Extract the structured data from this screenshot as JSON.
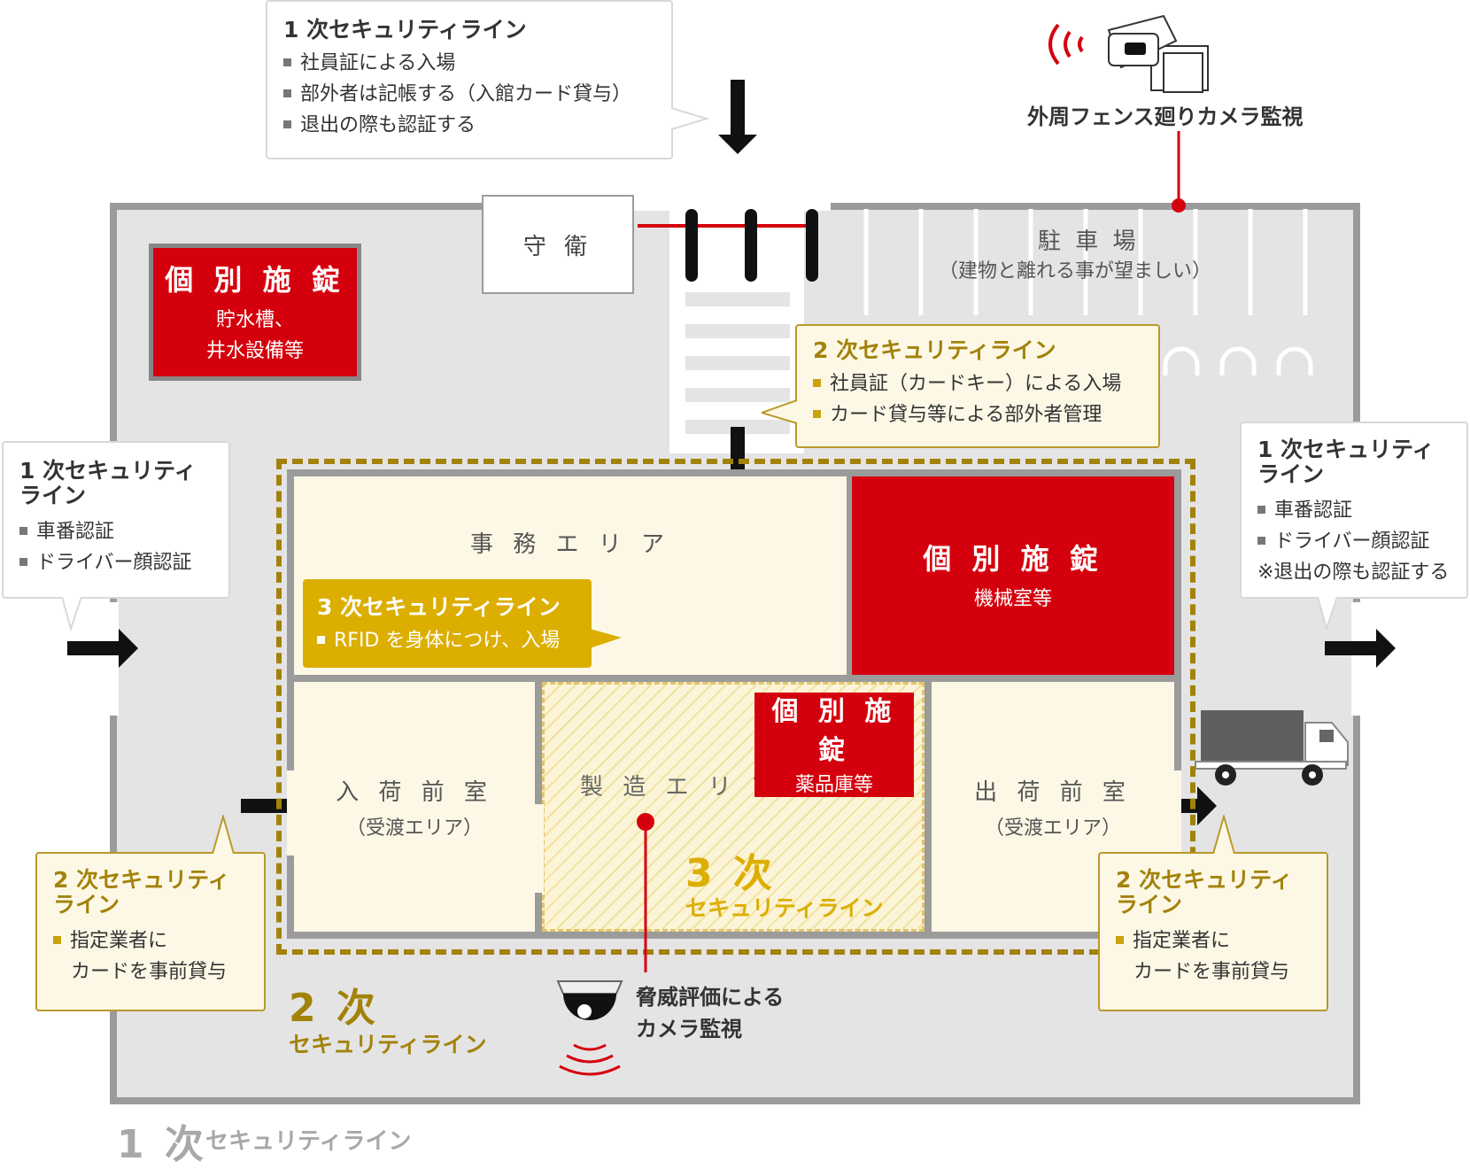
{
  "colors": {
    "red": "#d5000d",
    "gold": "#a3820a",
    "goldfill": "#dcae00",
    "gray": "#9b9b9b"
  },
  "top_bubble": {
    "title": "1 次セキュリティライン",
    "items": [
      "社員証による入場",
      "部外者は記帳する（入館カード貸与）",
      "退出の際も認証する"
    ]
  },
  "camera_fence": {
    "label": "外周フェンス廻りカメラ監視"
  },
  "guard": {
    "label": "守 衛"
  },
  "parking": {
    "title": "駐 車 場",
    "sub": "（建物と離れる事が望ましい）"
  },
  "lock_water": {
    "title": "個 別 施 錠",
    "line1": "貯水槽、",
    "line2": "井水設備等"
  },
  "lock_machine": {
    "title": "個 別 施 錠",
    "sub": "機械室等"
  },
  "lock_chem": {
    "title": "個 別 施 錠",
    "sub": "薬品庫等"
  },
  "sec2_gate_bubble": {
    "title": "2 次セキュリティライン",
    "items": [
      "社員証（カードキー）による入場",
      "カード貸与等による部外者管理"
    ]
  },
  "left_bubble": {
    "title1": "1 次セキュリティ",
    "title2": "ライン",
    "items": [
      "車番認証",
      "ドライバー顔認証"
    ]
  },
  "right_bubble": {
    "title1": "1 次セキュリティ",
    "title2": "ライン",
    "items": [
      "車番認証",
      "ドライバー顔認証"
    ],
    "note": "※退出の際も認証する"
  },
  "office": {
    "name": "事 務 エ リ ア"
  },
  "sec3_bubble": {
    "title": "3 次セキュリティライン",
    "item": "RFID を身体につけ、入場"
  },
  "receiving": {
    "name": "入 荷 前 室",
    "sub": "（受渡エリア）"
  },
  "manufacturing": {
    "name": "製 造 エ リ ア"
  },
  "shipping": {
    "name": "出 荷 前 室",
    "sub": "（受渡エリア）"
  },
  "sec3_label": {
    "big": "3 次",
    "sub": "セキュリティライン"
  },
  "sec2_left_bubble": {
    "title1": "2 次セキュリティ",
    "title2": "ライン",
    "line1": "指定業者に",
    "line2": "カードを事前貸与"
  },
  "sec2_right_bubble": {
    "title1": "2 次セキュリティ",
    "title2": "ライン",
    "line1": "指定業者に",
    "line2": "カードを事前貸与"
  },
  "sec2_label": {
    "big": "2 次",
    "sub": "セキュリティライン"
  },
  "threat_camera": {
    "line1": "脅威評価による",
    "line2": "カメラ監視"
  },
  "sec1_label": {
    "big": "1 次",
    "sub": "セキュリティライン"
  }
}
